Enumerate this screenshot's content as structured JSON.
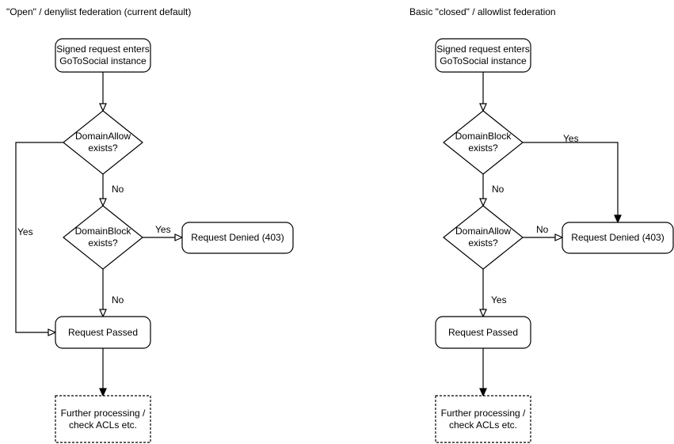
{
  "canvas": {
    "background": "#ffffff",
    "line_color": "#000000",
    "text_color": "#000000"
  },
  "charts": [
    {
      "title": "\"Open\" / denylist federation (current default)",
      "nodes": {
        "start": "Signed request enters\nGoToSocial instance",
        "decision1": "DomainAllow\nexists?",
        "decision2": "DomainBlock\nexists?",
        "denied": "Request Denied (403)",
        "passed": "Request Passed",
        "further": "Further processing /\ncheck ACLs etc."
      },
      "edge_labels": {
        "decision1_to_decision2": "No",
        "decision1_to_passed": "Yes",
        "decision2_to_denied": "Yes",
        "decision2_to_passed": "No"
      }
    },
    {
      "title": "Basic \"closed\" / allowlist federation",
      "nodes": {
        "start": "Signed request enters\nGoToSocial instance",
        "decision1": "DomainBlock\nexists?",
        "decision2": "DomainAllow\nexists?",
        "denied": "Request Denied (403)",
        "passed": "Request Passed",
        "further": "Further processing /\ncheck ACLs etc."
      },
      "edge_labels": {
        "decision1_to_denied": "Yes",
        "decision1_to_decision2": "No",
        "decision2_to_denied": "No",
        "decision2_to_passed": "Yes"
      }
    }
  ]
}
